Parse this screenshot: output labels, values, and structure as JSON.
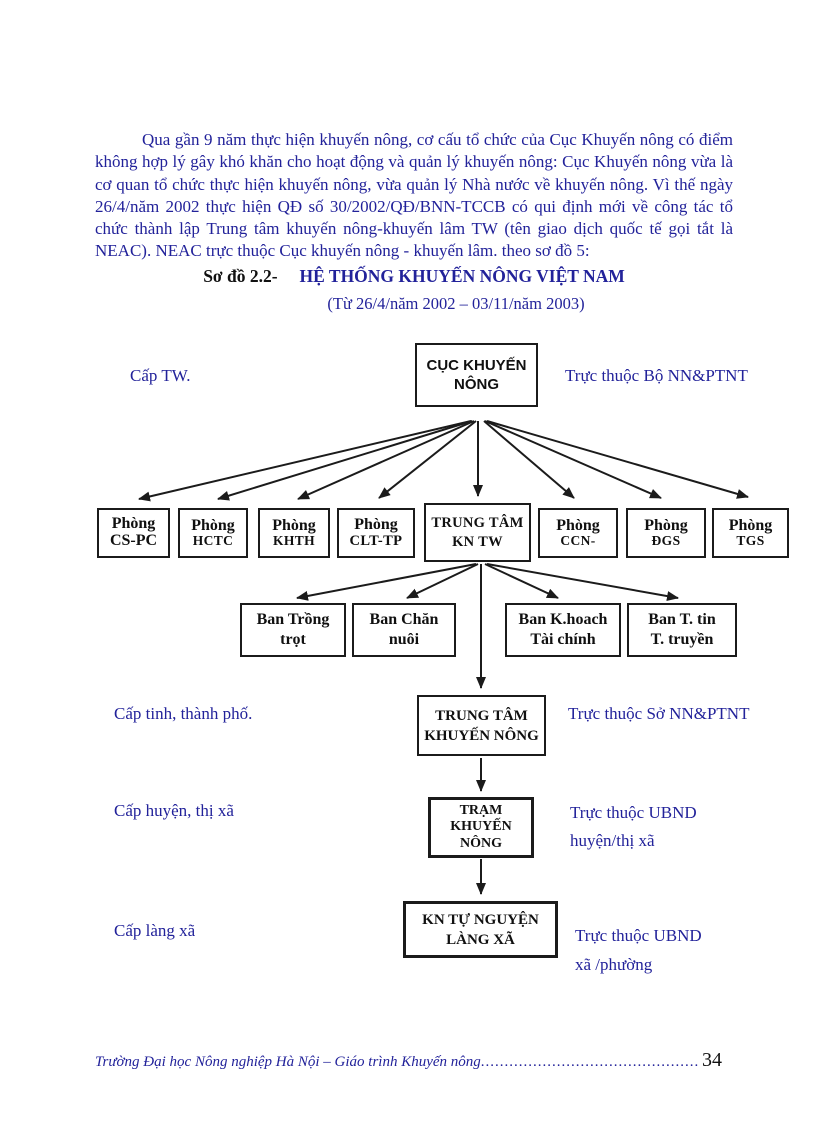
{
  "colors": {
    "text_blue": "#22229A",
    "line_black": "#1b1b1b"
  },
  "paragraph": "Qua gần 9 năm thực hiện khuyến nông, cơ cấu tổ chức của Cục Khuyến nông có điểm không hợp lý gây khó khăn cho hoạt động và quản lý khuyến nông: Cục Khuyến nông vừa là cơ quan tổ chức thực hiện khuyến nông, vừa quản lý Nhà nước về khuyến nông. Vì thế ngày 26/4/năm 2002 thực hiện QĐ số 30/2002/QĐ/BNN-TCCB có qui định mới về công tác tổ chức thành lập Trung tâm khuyến nông-khuyến lâm TW (tên giao dịch quốc tế gọi tắt là NEAC). NEAC trực thuộc Cục khuyến nông - khuyến lâm. theo sơ đồ 5:",
  "title": {
    "label": "Sơ đồ 2.2-",
    "text": "HỆ THỐNG KHUYẾN NÔNG VIỆT NAM",
    "subtitle": "(Từ 26/4/năm 2002 – 03/11/năm 2003)"
  },
  "diagram": {
    "levels": {
      "tw": "Cấp TW.",
      "tinh": "Cấp tinh, thành phố.",
      "huyen": "Cấp huyện, thị xã",
      "lang": "Cấp làng xã"
    },
    "affiliations": {
      "bo": "Trực thuộc Bộ NN&PTNT",
      "so": "Trực thuộc Sở NN&PTNT",
      "ubnd_huyen": "Trực thuộc UBND\nhuyện/thị xã",
      "ubnd_xa": "Trực thuộc UBND\nxã /phường"
    },
    "boxes": {
      "cuc": "CỤC KHUYẾN\nNÔNG",
      "kn_tw": "TRUNG TÂM\nKN TW",
      "phong": [
        {
          "l1": "Phòng",
          "l2": "CS-PC"
        },
        {
          "l1": "Phòng",
          "l2": "HCTC"
        },
        {
          "l1": "Phòng",
          "l2": "KHTH"
        },
        {
          "l1": "Phòng",
          "l2": "CLT-TP"
        },
        {
          "l1": "Phòng",
          "l2": "CCN-"
        },
        {
          "l1": "Phòng",
          "l2": "ĐGS"
        },
        {
          "l1": "Phòng",
          "l2": "TGS"
        }
      ],
      "ban": [
        "Ban Trồng\ntrọt",
        "Ban Chăn\nnuôi",
        "Ban K.hoach\nTài chính",
        "Ban T. tin\nT. truyền"
      ],
      "tt_khuyen_nong": "TRUNG TÂM\nKHUYẾN NÔNG",
      "tram": "TRẠM\nKHUYẾN\nNÔNG",
      "kn_tu_nguyen": "KN TỰ NGUYỆN\nLÀNG XÃ"
    }
  },
  "footer": {
    "text": "Trường Đại học Nông nghiệp Hà Nội – Giáo trình Khuyến nông ",
    "leader": "..........................................................................................",
    "page_number": "34"
  }
}
